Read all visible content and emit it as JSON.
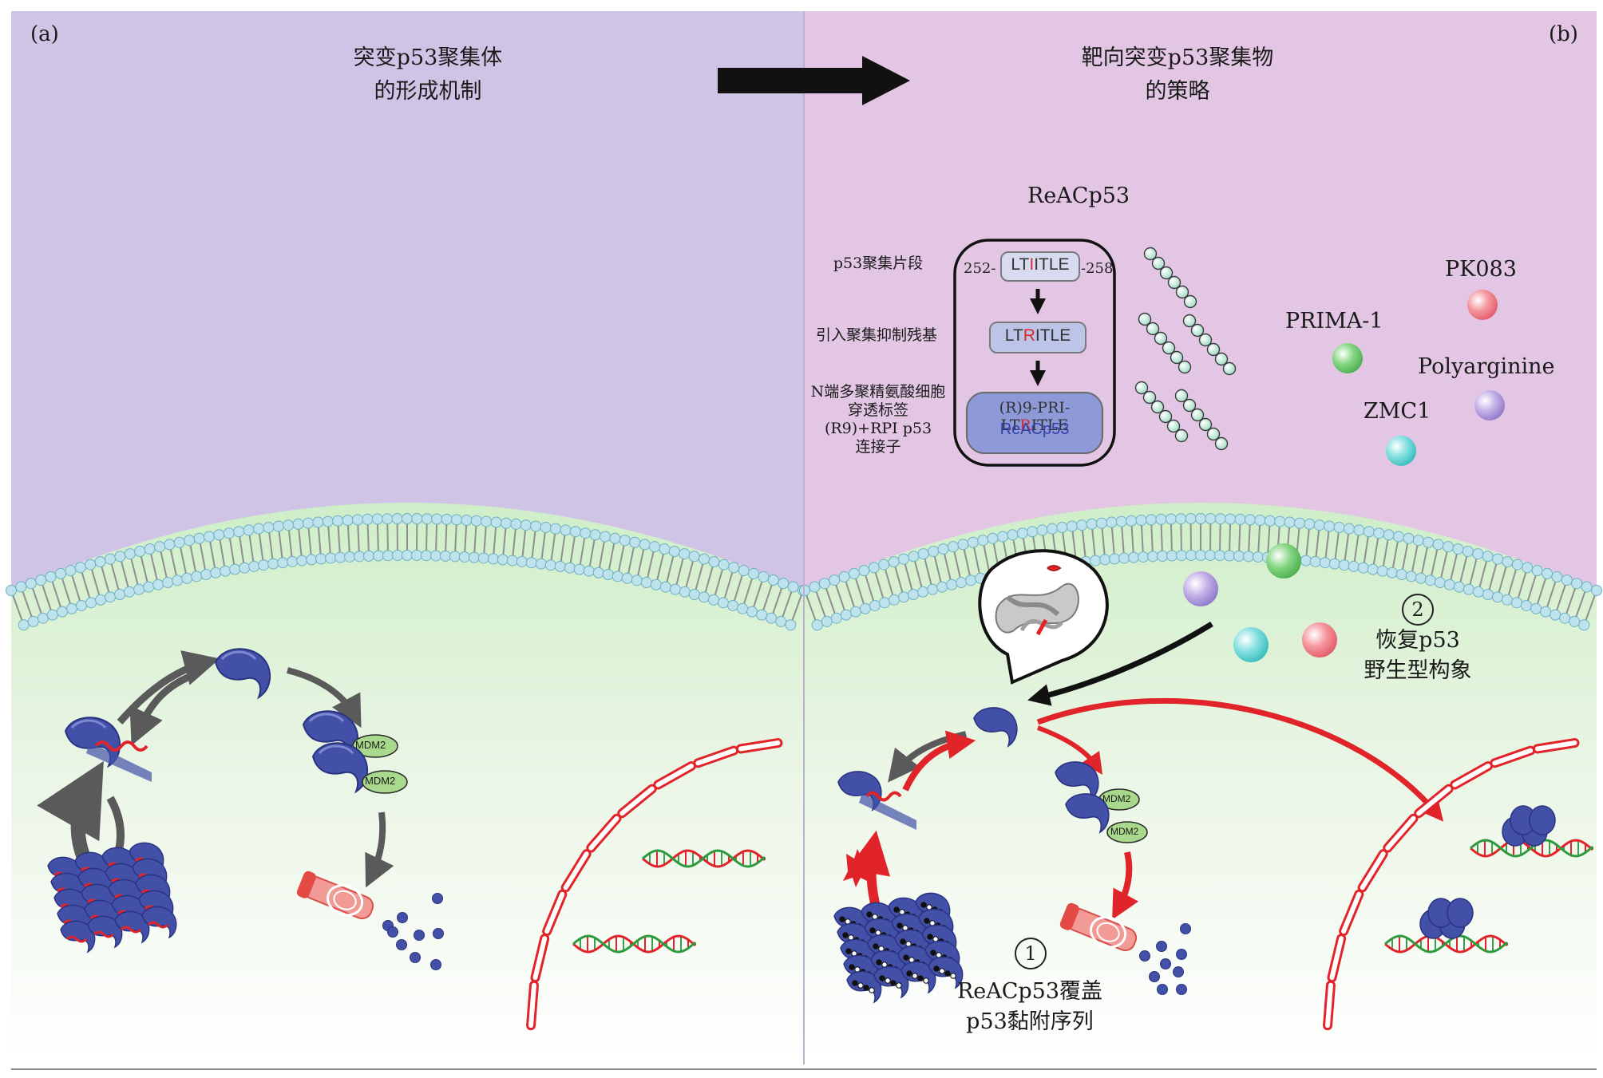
{
  "panel_a": {
    "label": "(a)",
    "title_line1": "突变p53聚集体",
    "title_line2": "的形成机制",
    "mdm2_label_1": "MDM2",
    "mdm2_label_2": "MDM2"
  },
  "panel_b": {
    "label": "(b)",
    "title_line1": "靶向突变p53聚集物",
    "title_line2": "的策略",
    "reacp53": {
      "heading": "ReACp53",
      "step1": "p53聚集片段",
      "step2": "引入聚集抑制残基",
      "step3_line1": "N端多聚精氨酸细胞",
      "step3_line2": "穿透标签",
      "step3_line3": "(R9)+RPI p53",
      "step3_line4": "连接子",
      "pos_start": "252-",
      "pos_end": "-258",
      "seq1_pre": "LT",
      "seq1_mid": "I",
      "seq1_post": "ITLE",
      "seq2_pre": "LT",
      "seq2_mid": "R",
      "seq2_post": "ITLE",
      "seq3_pre": "(R)9-PRI-LT",
      "seq3_mid": "R",
      "seq3_post": "ITLE",
      "seq3_name": "ReACp53"
    },
    "drugs": {
      "pk083": "PK083",
      "prima1": "PRIMA-1",
      "polyarginine": "Polyarginine",
      "zmc1": "ZMC1"
    },
    "mdm2_label_1": "MDM2",
    "mdm2_label_2": "MDM2",
    "caption1_num": "1",
    "caption1_line1": "ReACp53覆盖",
    "caption1_line2": "p53黏附序列",
    "caption2_num": "2",
    "caption2_line1": "恢复p53",
    "caption2_line2": "野生型构象"
  },
  "colors": {
    "panel_a_bg": "#d0c4e6",
    "panel_b_bg": "#e2c6e4",
    "cell_interior": "#e6f3df",
    "p53_blue": "#4250a8",
    "red_arrow": "#e0242a",
    "gray_arrow": "#5a5a5a",
    "mdm2_green": "#a9d98c",
    "prima1": "#6fcc6c",
    "pk083": "#f27c86",
    "polyarginine": "#b19ade",
    "zmc1": "#63d2d2",
    "seq_box": "#bcc5e8"
  }
}
